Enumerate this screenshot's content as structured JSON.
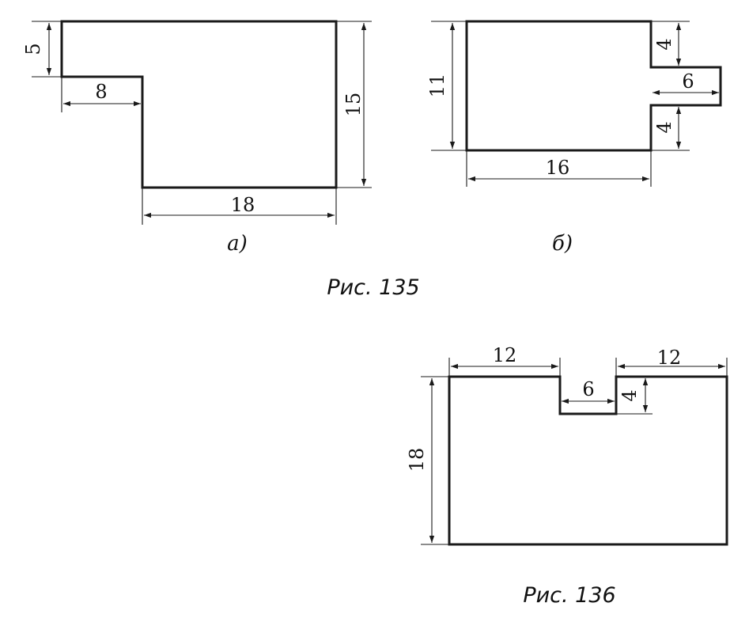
{
  "figures": {
    "fig135": {
      "caption": "Рис. 135",
      "part_a": {
        "label": "а)",
        "dims": {
          "top_notch_height": "5",
          "notch_width": "8",
          "bottom_width": "18",
          "total_height": "15"
        }
      },
      "part_b": {
        "label": "б)",
        "dims": {
          "height": "11",
          "width": "16",
          "upper_gap": "4",
          "tab_width": "6",
          "lower_gap": "4"
        }
      }
    },
    "fig136": {
      "caption": "Рис. 136",
      "dims": {
        "left_width": "12",
        "notch_width": "6",
        "right_width": "12",
        "notch_depth": "4",
        "height": "18"
      }
    }
  }
}
